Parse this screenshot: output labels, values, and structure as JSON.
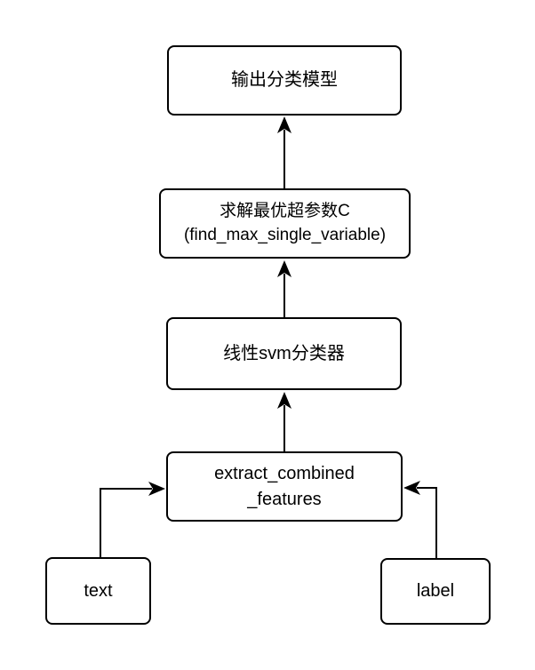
{
  "diagram": {
    "title": "SVM text classification training flowchart",
    "background_color": "#ffffff",
    "stroke_color": "#000000",
    "node_fill_color": "#ffffff",
    "nodes": [
      {
        "id": "output-model",
        "label": "输出分类模型"
      },
      {
        "id": "solve-hyperparam",
        "line1": "求解最优超参数C",
        "line2": "(find_max_single_variable)"
      },
      {
        "id": "linear-svm",
        "label": "线性svm分类器"
      },
      {
        "id": "extract-features",
        "line1": "extract_combined",
        "line2": "_features"
      },
      {
        "id": "text-input",
        "label": "text"
      },
      {
        "id": "label-input",
        "label": "label"
      }
    ],
    "edges": [
      {
        "from": "solve-hyperparam",
        "to": "output-model"
      },
      {
        "from": "linear-svm",
        "to": "solve-hyperparam"
      },
      {
        "from": "extract-features",
        "to": "linear-svm"
      },
      {
        "from": "text-input",
        "to": "extract-features"
      },
      {
        "from": "label-input",
        "to": "extract-features"
      }
    ]
  }
}
